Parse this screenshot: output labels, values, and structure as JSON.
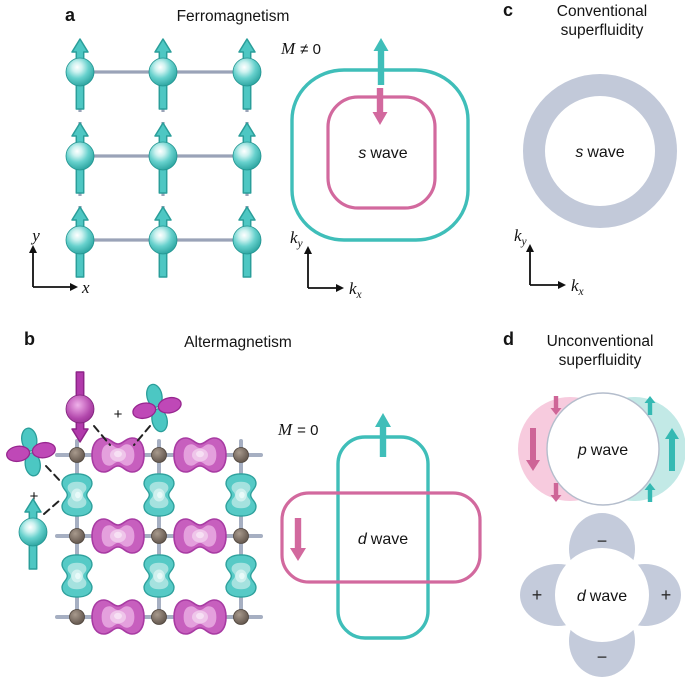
{
  "figure": {
    "type": "scientific-figure",
    "background": "#ffffff"
  },
  "colors": {
    "teal_line": "#3fbeb9",
    "pink_line": "#d2699e",
    "teal_sphere": "#4ec7c3",
    "magenta_sphere": "#b13aab",
    "magenta_orbital": "#c75fbe",
    "teal_orbital": "#56cac6",
    "node_brown": "#6e6259",
    "bond_gray": "#a6afc2",
    "fermi_gray_ring": "#c2c9d9",
    "p_wave_pink_fill": "#f7cbde",
    "p_wave_teal_fill": "#c2e9e6",
    "text_black": "#141414"
  },
  "panels": {
    "a": {
      "label": "a",
      "title": "Ferromagnetism",
      "magnetization_m": "M",
      "magnetization_rel": "≠ 0",
      "wave_symbol": "s",
      "wave_word": "wave",
      "axis_x": "x",
      "axis_y": "y",
      "k_label": "k",
      "k_sub_x": "x",
      "k_sub_y": "y"
    },
    "b": {
      "label": "b",
      "title": "Altermagnetism",
      "magnetization_m": "M",
      "magnetization_rel": "= 0",
      "wave_symbol": "d",
      "wave_word": "wave",
      "plus_top": "+",
      "plus_left": "+"
    },
    "c": {
      "label": "c",
      "title_line1": "Conventional",
      "title_line2": "superfluidity",
      "wave_symbol": "s",
      "wave_word": "wave",
      "k_label": "k",
      "k_sub_x": "x",
      "k_sub_y": "y"
    },
    "d": {
      "label": "d",
      "title_line1": "Unconventional",
      "title_line2": "superfluidity",
      "p_wave_symbol": "p",
      "p_wave_word": "wave",
      "d_wave_symbol": "d",
      "d_wave_word": "wave",
      "sign_top": "−",
      "sign_bottom": "−",
      "sign_left": "+",
      "sign_right": "+"
    }
  }
}
